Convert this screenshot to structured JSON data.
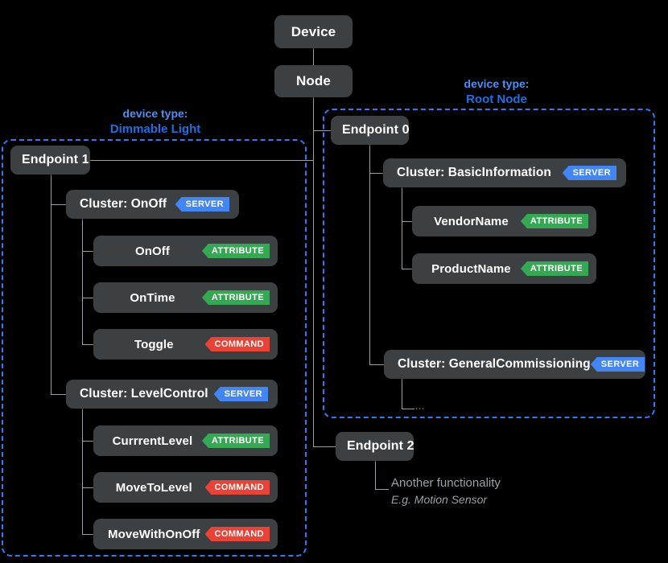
{
  "diagram": {
    "title": "Matter Device Data Model",
    "background_color": "#000000",
    "node_color": "#3c4043",
    "line_color": "#9aa0a6",
    "region_border_color": "#2f7bf6",
    "badge_colors": {
      "server": "#4285f4",
      "attribute": "#34a853",
      "command": "#ea4335"
    }
  },
  "root": {
    "label": "Device"
  },
  "node": {
    "label": "Node"
  },
  "regions": [
    {
      "name": "dimmable-light-region",
      "label_line1": "device type:",
      "label_line2": "Dimmable Light"
    },
    {
      "name": "root-node-region",
      "label_line1": "device type:",
      "label_line2": "Root Node"
    }
  ],
  "endpoints": [
    {
      "label": "Endpoint 1",
      "clusters": [
        {
          "label": "Cluster: OnOff",
          "badge": "SERVER",
          "badge_type": "server",
          "children": [
            {
              "label": "OnOff",
              "badge": "ATTRIBUTE",
              "badge_type": "attribute"
            },
            {
              "label": "OnTime",
              "badge": "ATTRIBUTE",
              "badge_type": "attribute"
            },
            {
              "label": "Toggle",
              "badge": "COMMAND",
              "badge_type": "command"
            }
          ]
        },
        {
          "label": "Cluster: LevelControl",
          "badge": "SERVER",
          "badge_type": "server",
          "children": [
            {
              "label": "CurrrentLevel",
              "badge": "ATTRIBUTE",
              "badge_type": "attribute"
            },
            {
              "label": "MoveToLevel",
              "badge": "COMMAND",
              "badge_type": "command"
            },
            {
              "label": "MoveWithOnOff",
              "badge": "COMMAND",
              "badge_type": "command"
            }
          ]
        }
      ]
    },
    {
      "label": "Endpoint 0",
      "clusters": [
        {
          "label": "Cluster: BasicInformation",
          "badge": "SERVER",
          "badge_type": "server",
          "children": [
            {
              "label": "VendorName",
              "badge": "ATTRIBUTE",
              "badge_type": "attribute"
            },
            {
              "label": "ProductName",
              "badge": "ATTRIBUTE",
              "badge_type": "attribute"
            }
          ]
        },
        {
          "label": "Cluster: GeneralCommissioning",
          "badge": "SERVER",
          "badge_type": "server",
          "ellipsis": "...",
          "children": []
        }
      ]
    },
    {
      "label": "Endpoint 2",
      "annotation": {
        "line1": "Another functionality",
        "line2": "E.g. Motion Sensor"
      }
    }
  ]
}
